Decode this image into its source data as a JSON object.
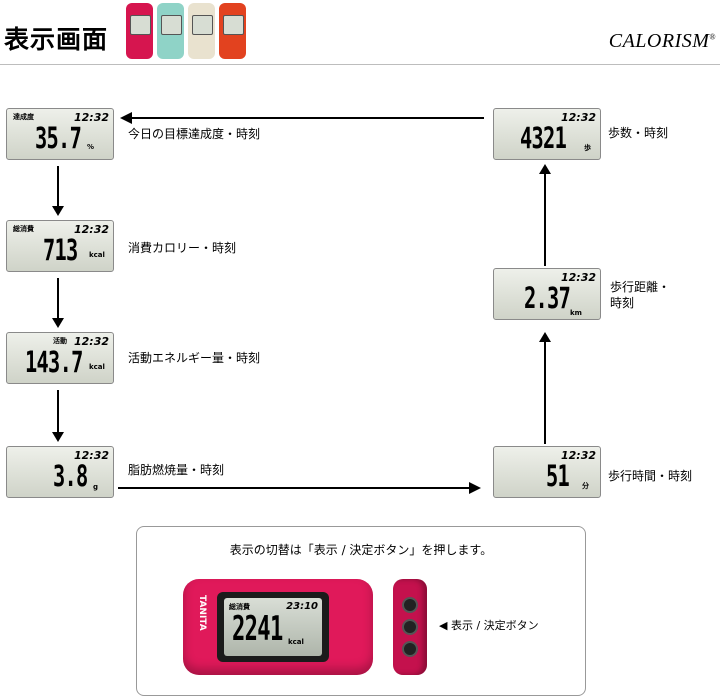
{
  "header": {
    "title": "表示画面",
    "brand": "CALORISM",
    "brand_mark": "®",
    "thumbnails": [
      {
        "color": "#d6154f"
      },
      {
        "color": "#8fd3c7"
      },
      {
        "color": "#e9e2cf"
      },
      {
        "color": "#e2421f"
      }
    ]
  },
  "screens": [
    {
      "label": "達成度",
      "time": "12:32",
      "value": "35.7",
      "unit": "%",
      "caption": "今日の目標達成度・時刻"
    },
    {
      "label": "総消費",
      "time": "12:32",
      "value": "713",
      "unit": "kcal",
      "caption": "消費カロリー・時刻"
    },
    {
      "label": "活動",
      "time": "12:32",
      "value": "143.7",
      "unit": "kcal",
      "caption": "活動エネルギー量・時刻"
    },
    {
      "label": "",
      "time": "12:32",
      "value": "3.8",
      "unit": "g",
      "caption": "脂肪燃焼量・時刻"
    },
    {
      "label": "",
      "time": "12:32",
      "value": "51",
      "unit": "分",
      "caption": "歩行時間・時刻"
    },
    {
      "label": "",
      "time": "12:32",
      "value": "2.37",
      "unit": "km",
      "caption": "歩行距離・\n時刻"
    },
    {
      "label": "",
      "time": "12:32",
      "value": "4321",
      "unit": "歩",
      "caption": "歩数・時刻"
    }
  ],
  "info": {
    "note": "表示の切替は「表示 / 決定ボタン」を押します。",
    "device": {
      "brand": "TANITA",
      "label": "総消費",
      "time": "23:10",
      "value": "2241",
      "unit": "kcal",
      "color": "#e0195a"
    },
    "button_label": "◀ 表示 / 決定ボタン"
  }
}
